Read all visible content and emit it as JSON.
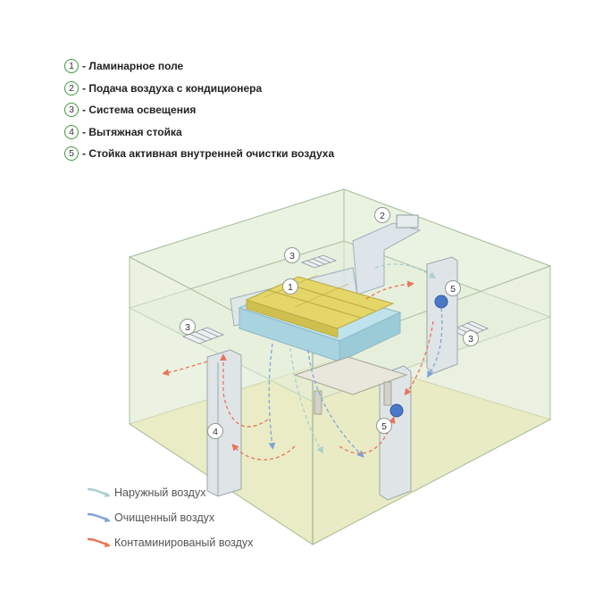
{
  "legend": {
    "items": [
      {
        "num": "1",
        "label": "- Ламинарное поле"
      },
      {
        "num": "2",
        "label": "- Подача воздуха с кондиционера"
      },
      {
        "num": "3",
        "label": "- Система освещения"
      },
      {
        "num": "4",
        "label": "- Вытяжная стойка"
      },
      {
        "num": "5",
        "label": "- Стойка активная внутренней очистки воздуха"
      }
    ]
  },
  "diagram": {
    "callouts": [
      "1",
      "2",
      "3",
      "3",
      "3",
      "4",
      "5",
      "5"
    ]
  },
  "air_legend": {
    "items": [
      {
        "label": "Наружный воздух",
        "color": "#a9cfcf"
      },
      {
        "label": "Очищенный воздух",
        "color": "#7ea3d8"
      },
      {
        "label": "Контаминированый воздух",
        "color": "#e8745a"
      }
    ]
  },
  "colors": {
    "room_edge": "#a9bfa0",
    "floor": "#f0ecb6",
    "laminar_panel": "#e5d66a",
    "laminar_frame": "#a8d4e0",
    "green_accent": "#3f9a3f"
  }
}
